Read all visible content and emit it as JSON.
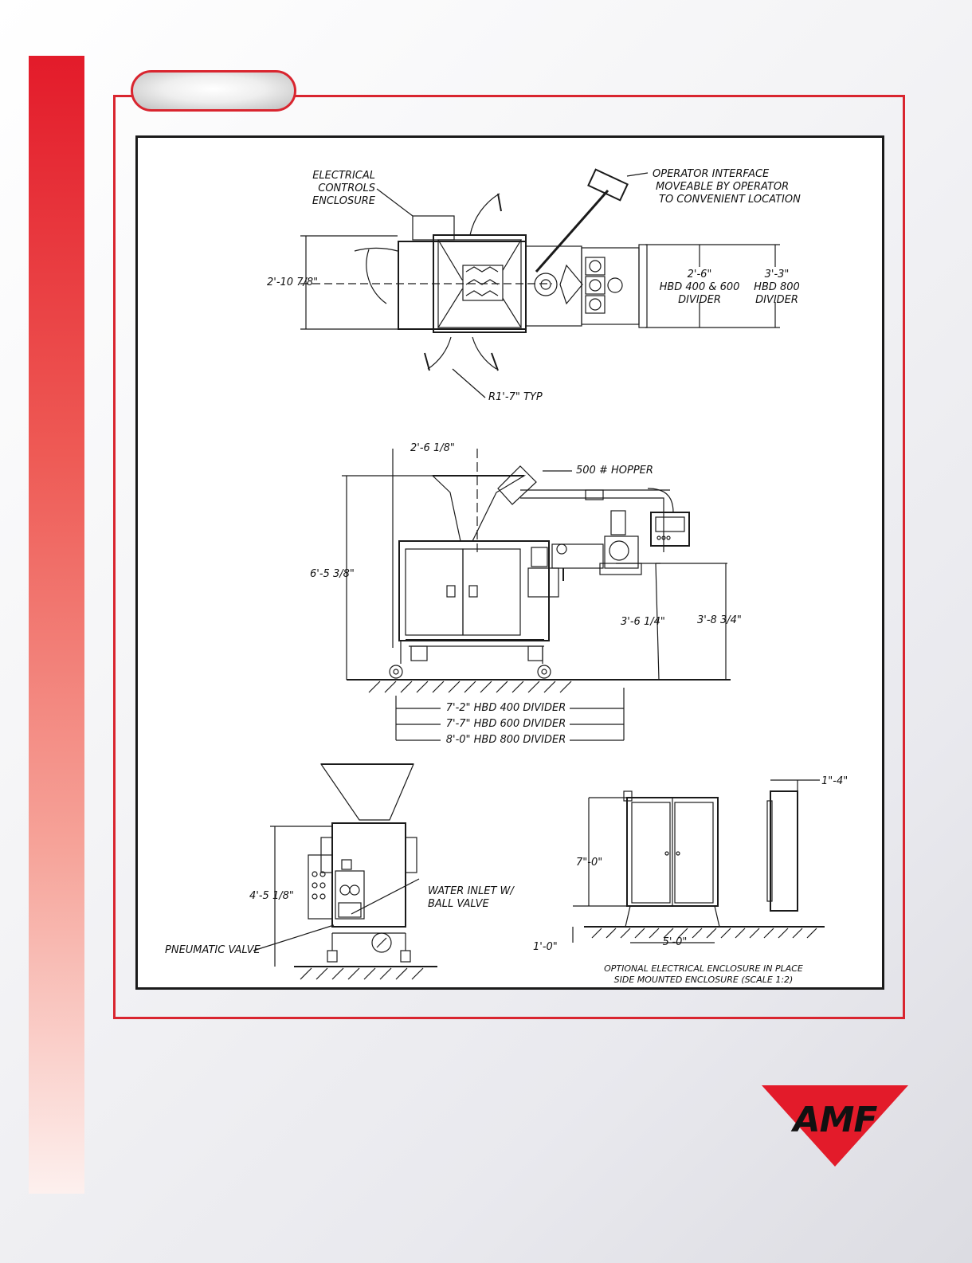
{
  "brand": {
    "logo_text": "AMF",
    "accent": "#d9252f",
    "logo_red": "#e31b2a"
  },
  "top_view": {
    "electrical_controls": [
      "ELECTRICAL",
      "CONTROLS",
      "ENCLOSURE"
    ],
    "operator_interface": [
      "OPERATOR INTERFACE",
      "MOVEABLE BY OPERATOR",
      "TO CONVENIENT LOCATION"
    ],
    "width_dim": "2'-10 7/8\"",
    "dim_a": [
      "2'-6\"",
      "HBD 400 & 600",
      "DIVIDER"
    ],
    "dim_b": [
      "3'-3\"",
      "HBD 800",
      "DIVIDER"
    ],
    "radius": "R1'-7\" TYP"
  },
  "side_view": {
    "top_offset": "2'-6 1/8\"",
    "hopper": "500 # HOPPER",
    "overall_height": "6'-5 3/8\"",
    "height_a": "3'-6 1/4\"",
    "height_b": "3'-8 3/4\"",
    "length_400": "7'-2\" HBD 400 DIVIDER",
    "length_600": "7'-7\" HBD 600 DIVIDER",
    "length_800": "8'-0\" HBD 800 DIVIDER"
  },
  "end_view": {
    "height": "4'-5 1/8\"",
    "water_inlet": [
      "WATER INLET W/",
      "BALL VALVE"
    ],
    "pneumatic_valve": "PNEUMATIC VALVE"
  },
  "enclosure_view": {
    "height": "7\"-0\"",
    "depth": "1\"-4\"",
    "base": "1'-0\"",
    "width": "5'-0\"",
    "caption": [
      "OPTIONAL ELECTRICAL ENCLOSURE IN PLACE",
      "SIDE MOUNTED ENCLOSURE (SCALE 1:2)"
    ]
  }
}
